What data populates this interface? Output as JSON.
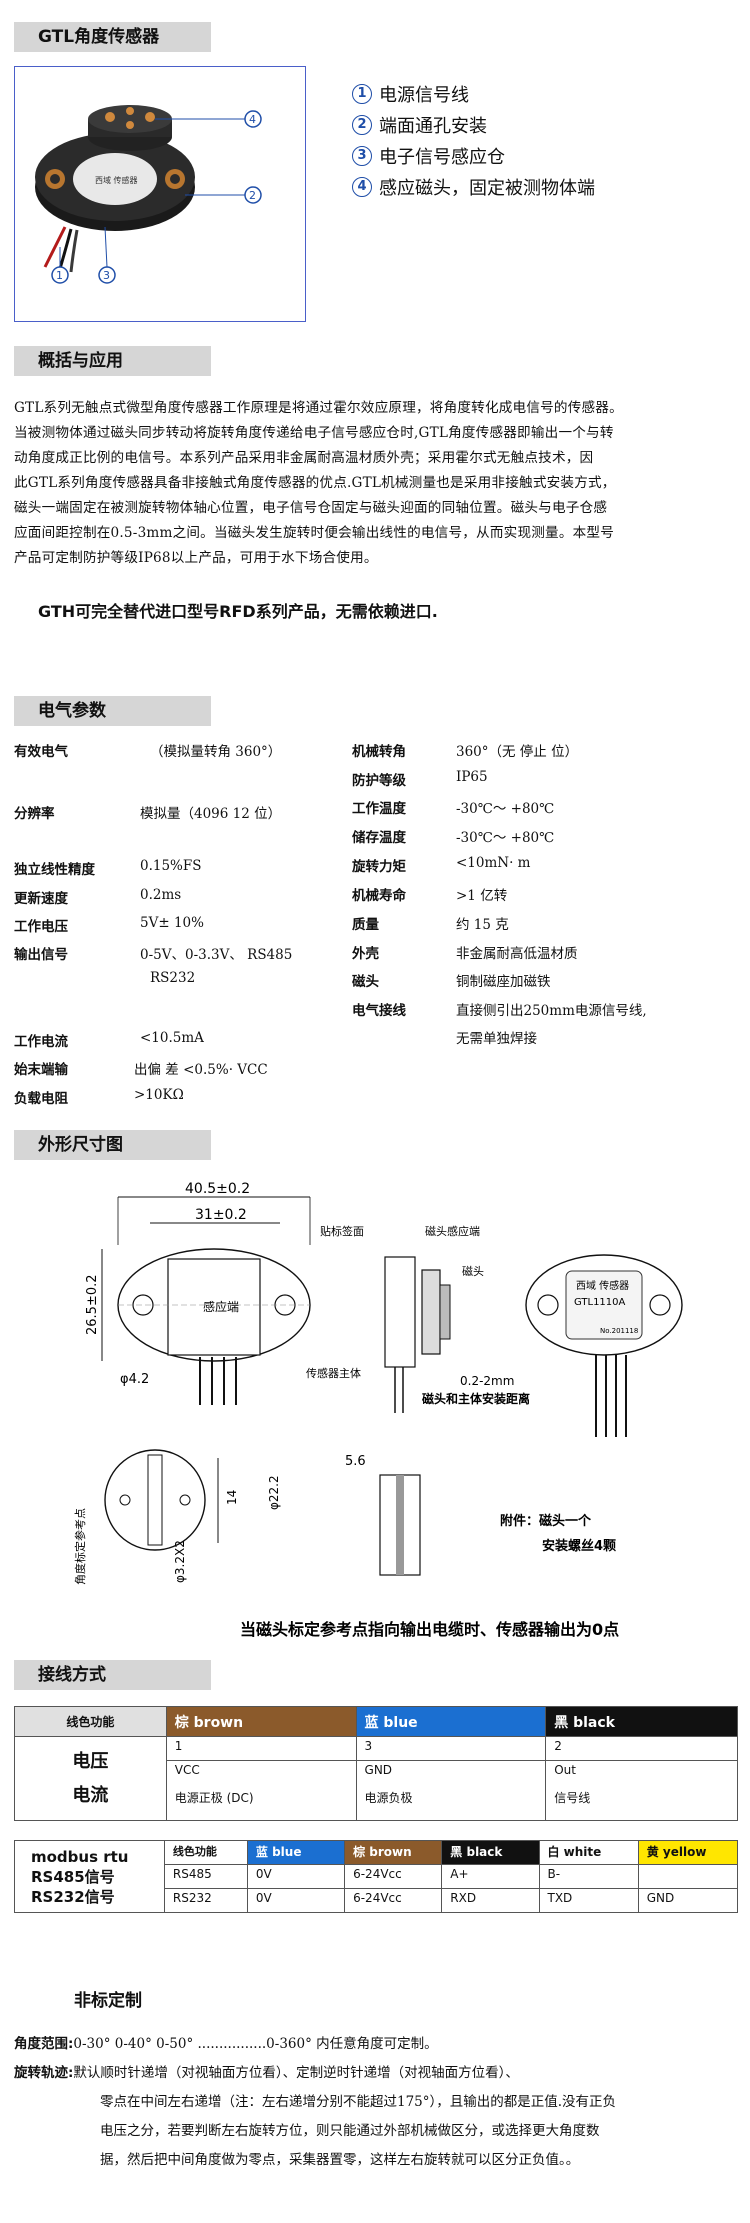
{
  "sections": {
    "product": "GTL角度传感器",
    "overview": "概括与应用",
    "electrical": "电气参数",
    "dimensions": "外形尺寸图",
    "wiring": "接线方式",
    "custom": "非标定制"
  },
  "features": [
    {
      "num": "1",
      "text": "电源信号线"
    },
    {
      "num": "2",
      "text": "端面通孔安装"
    },
    {
      "num": "3",
      "text": "电子信号感应仓"
    },
    {
      "num": "4",
      "text": "感应磁头，固定被测物体端"
    }
  ],
  "product_image": {
    "callouts": [
      "1",
      "2",
      "3",
      "4"
    ],
    "label": "西域 传感器"
  },
  "overview": {
    "lines": [
      "GTL系列无触点式微型角度传感器工作原理是将通过霍尔效应原理，将角度转化成电信号的传感器。",
      "当被测物体通过磁头同步转动将旋转角度传递给电子信号感应仓时,GTL角度传感器即输出一个与转",
      "动角度成正比例的电信号。本系列产品采用非金属耐高温材质外壳；采用霍尔式无触点技术，因",
      "此GTL系列角度传感器具备非接触式角度传感器的优点.GTL机械测量也是采用非接触式安装方式，",
      "磁头一端固定在被测旋转物体轴心位置，电子信号仓固定与磁头迎面的同轴位置。磁头与电子仓感",
      "应面间距控制在0.5-3mm之间。当磁头发生旋转时便会输出线性的电信号，从而实现测量。本型号",
      "产品可定制防护等级IP68以上产品，可用于水下场合使用。"
    ],
    "highlight": "GTH可完全替代进口型号RFD系列产品，无需依赖进口."
  },
  "electrical_left": [
    {
      "label": "有效电气",
      "value": "（模拟量转角 360°）"
    },
    {
      "label": "分辨率",
      "value": "模拟量（4096   12 位）"
    },
    {
      "label": "独立线性精度",
      "value": "0.15%FS"
    },
    {
      "label": "更新速度",
      "value": "0.2ms"
    },
    {
      "label": "工作电压",
      "value": "5V± 10%"
    },
    {
      "label": "输出信号",
      "value": "0-5V、0-3.3V、 RS485"
    },
    {
      "label": "",
      "value": "RS232"
    },
    {
      "label": "工作电流",
      "value": "<10.5mA"
    },
    {
      "label": "始末端输",
      "value": "出偏 差 <0.5%· VCC"
    },
    {
      "label": "负载电阻",
      "value": ">10KΩ"
    }
  ],
  "electrical_right": [
    {
      "label": "机械转角",
      "value": "360°（无 停止 位）"
    },
    {
      "label": "防护等级",
      "value": "IP65"
    },
    {
      "label": "工作温度",
      "value": "-30℃～ +80℃"
    },
    {
      "label": "储存温度",
      "value": "-30℃～ +80℃"
    },
    {
      "label": "旋转力矩",
      "value": "<10mN· m"
    },
    {
      "label": "机械寿命",
      "value": ">1 亿转"
    },
    {
      "label": "质量",
      "value": "约 15 克"
    },
    {
      "label": "外壳",
      "value": "非金属耐高低温材质"
    },
    {
      "label": "磁头",
      "value": "铜制磁座加磁铁"
    },
    {
      "label": "电气接线",
      "value": "直接侧引出250mm电源信号线,"
    },
    {
      "label": "",
      "value": "无需单独焊接"
    }
  ],
  "drawing": {
    "dim_width": "40.5±0.2",
    "dim_hole": "31±0.2",
    "dim_height": "26.5±0.2",
    "dim_hole_dia": "φ4.2",
    "sense_label": "感应端",
    "paste_label": "贴标签面",
    "magnet_sense": "磁头感应端",
    "magnet": "磁头",
    "body_label": "传感器主体",
    "gap": "0.2-2mm",
    "gap_label": "磁头和主体安装距离",
    "front_brand": "西域 传感器",
    "front_model": "GTL1110A",
    "front_no": "No.201118",
    "dim_56": "5.6",
    "dim_14": "14",
    "dim_222": "φ22.2",
    "dim_32": "φ3.2X2",
    "angle_ref": "角度标定参考点",
    "accessory1": "附件：磁头一个",
    "accessory2": "安装螺丝4颗",
    "caption": "当磁头标定参考点指向输出电缆时、传感器输出为0点"
  },
  "wiring_table1": {
    "header": [
      "线色功能",
      "棕 brown",
      "蓝 blue",
      "黑 black"
    ],
    "row_label1": "电压",
    "row_label2": "电流",
    "nums": [
      "1",
      "3",
      "2"
    ],
    "funcs": [
      "VCC",
      "GND",
      "Out"
    ],
    "descs": [
      "电源正极 (DC)",
      "电源负极",
      "信号线"
    ]
  },
  "wiring_table2": {
    "left1": "modbus rtu",
    "left2": "RS485信号",
    "left3": "RS232信号",
    "header": [
      "线色功能",
      "蓝 blue",
      "棕 brown",
      "黑 black",
      "白 white",
      "黄 yellow"
    ],
    "rows": [
      [
        "RS485",
        "0V",
        "6-24Vcc",
        "A+",
        "B-",
        ""
      ],
      [
        "RS232",
        "0V",
        "6-24Vcc",
        "RXD",
        "TXD",
        "GND"
      ]
    ]
  },
  "custom": {
    "range_label": "角度范围:",
    "range_value": "0-30°  0-40°  0-50° ................0-360° 内任意角度可定制。",
    "track_label": "旋转轨迹:",
    "track_lines": [
      "默认顺时针递增（对视轴面方位看）、定制逆时针递增（对视轴面方位看）、",
      "零点在中间左右递增（注：左右递增分别不能超过175°），且输出的都是正值.没有正负",
      "电压之分，若要判断左右旋转方位，则只能通过外部机械做区分，或选择更大角度数",
      "据，然后把中间角度做为零点，采集器置零，这样左右旋转就可以区分正负值。。"
    ]
  },
  "colors": {
    "brown": "#8b5a2b",
    "blue": "#1b6fd1",
    "black": "#111111",
    "white": "#ffffff",
    "yellow": "#ffe600",
    "accent_blue": "#1f4ea8"
  }
}
